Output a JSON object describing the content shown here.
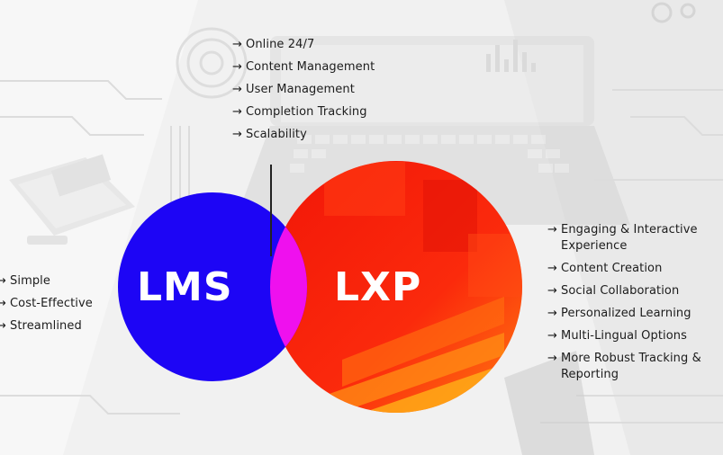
{
  "colors": {
    "lms": "#1d05f5",
    "lxp": "#fb1f0a",
    "overlap": "#ef10ee",
    "background": "#f1f1f1"
  },
  "diagram": {
    "type": "venn",
    "lms_label": "LMS",
    "lxp_label": "LXP",
    "arrow_glyph": "→",
    "shared_features": [
      "Online 24/7",
      "Content Management",
      "User Management",
      "Completion Tracking",
      "Scalability"
    ],
    "lms_features": [
      "Simple",
      "Cost-Effective",
      "Streamlined"
    ],
    "lxp_features": [
      "Engaging & Interactive Experience",
      "Content Creation",
      "Social Collaboration",
      "Personalized Learning",
      "Multi-Lingual Options",
      "More Robust Tracking & Reporting"
    ]
  }
}
